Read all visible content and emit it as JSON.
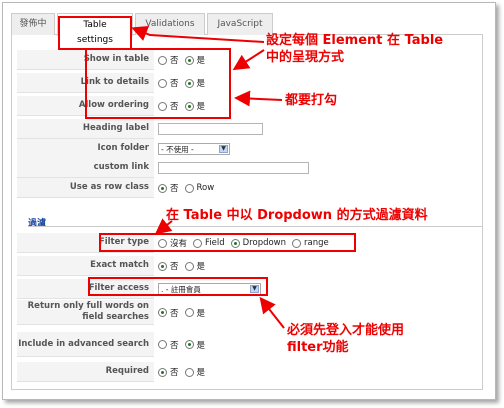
{
  "tabs": [
    {
      "label": "發佈中"
    },
    {
      "label": "Table settings"
    },
    {
      "label": "Validations"
    },
    {
      "label": "JavaScript"
    }
  ],
  "form1": {
    "show_in_table": {
      "label": "Show in table",
      "opt_no": "否",
      "opt_yes": "是",
      "selected": "yes"
    },
    "link_to_details": {
      "label": "Link to details",
      "opt_no": "否",
      "opt_yes": "是",
      "selected": "yes"
    },
    "allow_ordering": {
      "label": "Allow ordering",
      "opt_no": "否",
      "opt_yes": "是",
      "selected": "yes"
    },
    "heading_label": {
      "label": "Heading label",
      "value": ""
    },
    "icon_folder": {
      "label": "Icon folder",
      "value": "- 不使用 -"
    },
    "custom_link": {
      "label": "custom link",
      "value": ""
    },
    "use_as_row_class": {
      "label": "Use as row class",
      "opt_no": "否",
      "opt_row": "Row",
      "selected": "no"
    }
  },
  "section": {
    "title": "過濾"
  },
  "form2": {
    "filter_type": {
      "label": "Filter type",
      "opts": [
        "沒有",
        "Field",
        "Dropdown",
        "range"
      ],
      "selected": "Dropdown"
    },
    "exact_match": {
      "label": "Exact match",
      "opt_no": "否",
      "opt_yes": "是",
      "selected": "no"
    },
    "filter_access": {
      "label": "Filter access",
      "value": ". - 註冊會員"
    },
    "full_words": {
      "label": "Return only full words on field searches",
      "opt_no": "否",
      "opt_yes": "是",
      "selected": "no"
    },
    "advanced": {
      "label": "Include in advanced search",
      "opt_no": "否",
      "opt_yes": "是",
      "selected": "yes"
    },
    "required": {
      "label": "Required",
      "opt_no": "否",
      "opt_yes": "是",
      "selected": "no"
    }
  },
  "annotations": {
    "a1_line1": "設定每個 Element 在 Table",
    "a1_line2": "中的呈現方式",
    "a2": "都要打勾",
    "a3": "在 Table 中以 Dropdown 的方式過濾資料",
    "a4_line1": "必須先登入才能使用",
    "a4_line2": "filter功能"
  },
  "colors": {
    "annotation": "#e00000",
    "section_title": "#1b4aa0",
    "radio_selected": "#1e7a22"
  }
}
